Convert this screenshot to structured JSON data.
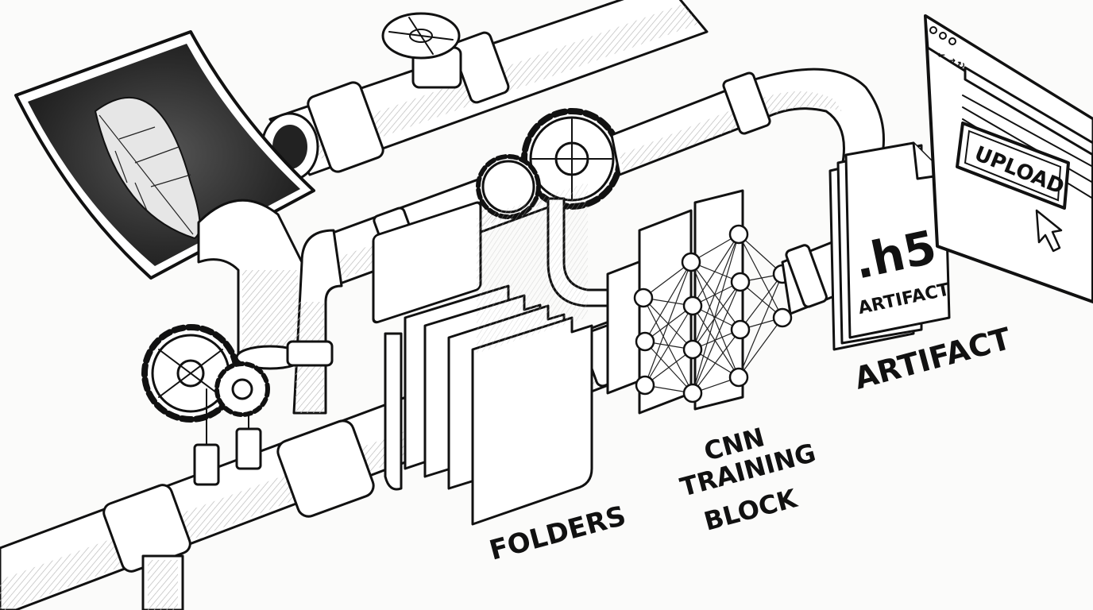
{
  "labels": {
    "folders": "FOLDERS",
    "cnn_line1": "CNN",
    "cnn_line2": "TRAINING",
    "cnn_line3": "BLOCK",
    "artifact": "ARTIFACT",
    "file_ext": ".h5",
    "file_label": "ARTIFACT",
    "upload_button": "UPLOAD"
  },
  "icons": {
    "leaf_photo": "leaf-photo-icon",
    "gear_small": "gear-icon",
    "gear_large": "gear-icon",
    "valve": "valve-wheel-icon",
    "network": "neural-network-icon",
    "file": "document-icon",
    "cursor": "mouse-cursor-icon"
  }
}
